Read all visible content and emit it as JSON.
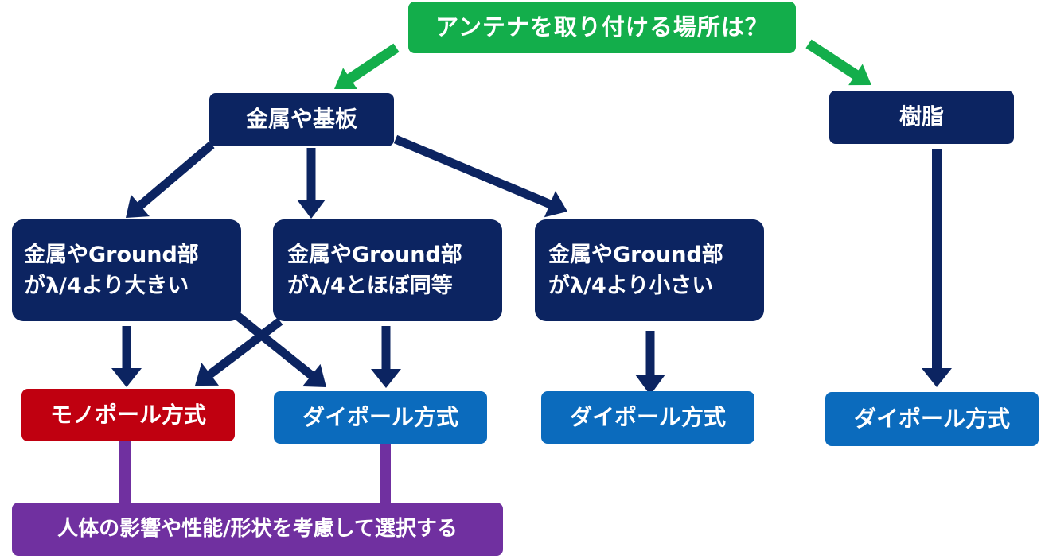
{
  "colors": {
    "question": "#13ae4b",
    "category": "#0c2461",
    "monopole": "#c00010",
    "dipole": "#0b6bbd",
    "note": "#7030a0",
    "text": "#ffffff"
  },
  "diagram": {
    "question": "アンテナを取り付ける場所は？",
    "metal": "金属や基板",
    "resin": "樹脂",
    "conditions": {
      "larger": {
        "line1": "金属やGround部",
        "line2": "がλ/4より大きい"
      },
      "equal": {
        "line1": "金属やGround部",
        "line2": "がλ/4とほぼ同等"
      },
      "smaller": {
        "line1": "金属やGround部",
        "line2": "がλ/4より小さい"
      }
    },
    "results": {
      "monopole": "モノポール方式",
      "dipole_a": "ダイポール方式",
      "dipole_b": "ダイポール方式",
      "dipole_c": "ダイポール方式"
    },
    "note": "人体の影響や性能/形状を考慮して選択する"
  }
}
